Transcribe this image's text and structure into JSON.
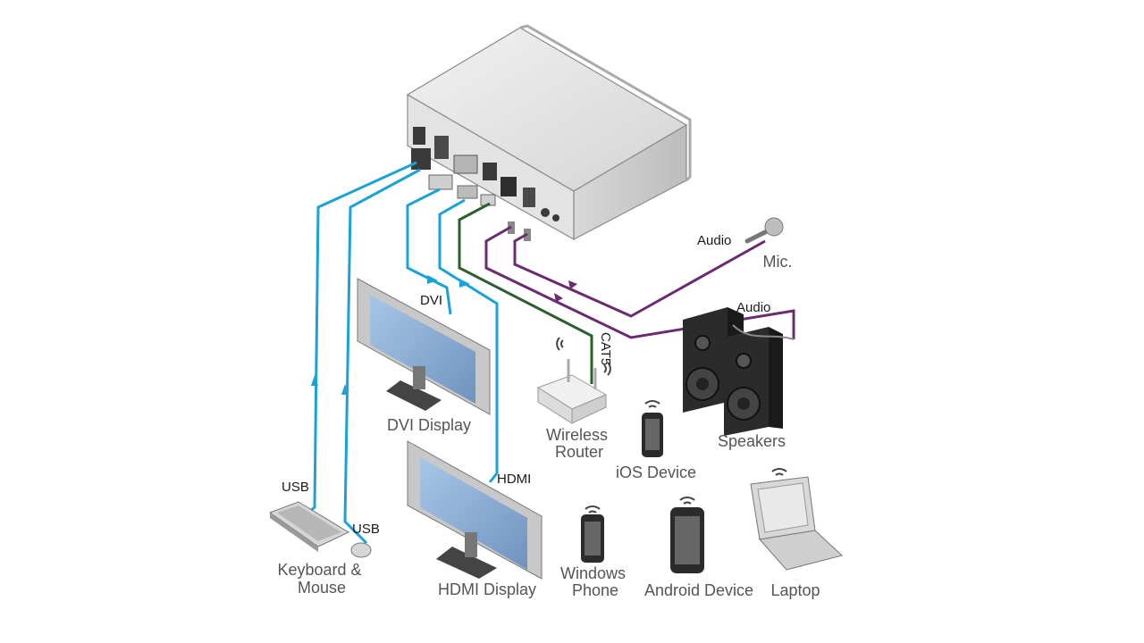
{
  "colors": {
    "usb_cable": "#1aa3d4",
    "cat5_cable": "#2e5e2e",
    "audio_cable": "#6a2c70",
    "device_body": "#e6e6e6",
    "screen": "#8fb3d9",
    "speaker_box": "#2b2b2b",
    "label_dark": "#1a1a1a",
    "label_gray": "#555555"
  },
  "cable_labels": {
    "usb_keyboard": "USB",
    "usb_mouse": "USB",
    "dvi": "DVI",
    "hdmi": "HDMI",
    "cat5": "CAT5",
    "audio_mic": "Audio",
    "audio_speakers": "Audio"
  },
  "devices": {
    "keyboard_mouse": [
      "Keyboard &",
      "Mouse"
    ],
    "dvi_display": "DVI Display",
    "hdmi_display": "HDMI Display",
    "wireless_router": [
      "Wireless",
      "Router"
    ],
    "ios_device": "iOS Device",
    "windows_phone": [
      "Windows",
      "Phone"
    ],
    "android_device": "Android Device",
    "laptop": "Laptop",
    "speakers": "Speakers",
    "mic": "Mic."
  },
  "icons": {
    "main_unit": "control-unit-box-icon",
    "wifi": "wifi-signal-icon",
    "microphone": "microphone-icon",
    "speaker": "speaker-icon",
    "monitor": "monitor-icon",
    "keyboard": "keyboard-icon",
    "mouse": "mouse-icon",
    "router": "router-icon",
    "phone": "smartphone-icon",
    "laptop": "laptop-icon"
  }
}
